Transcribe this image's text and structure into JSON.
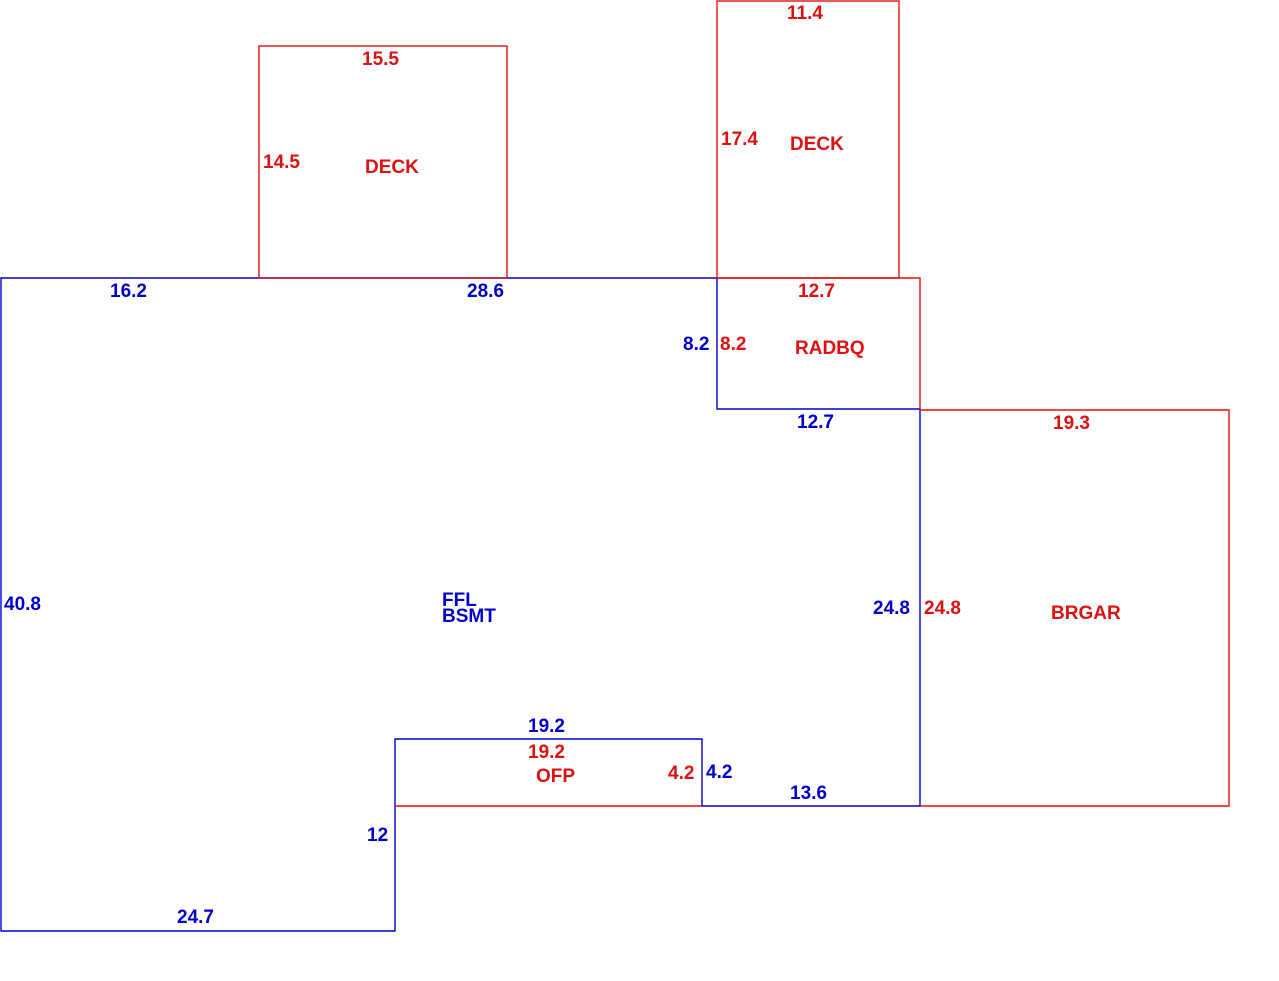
{
  "colors": {
    "main_structure": "#0000cc",
    "attached_areas": "#dd1111",
    "background": "#ffffff"
  },
  "main_area": {
    "label_line1": "FFL",
    "label_line2": "BSMT",
    "dims": {
      "top_left": "16.2",
      "top_mid": "28.6",
      "left": "40.8",
      "bottom_left": "24.7",
      "step_vertical": "12",
      "ofp_top": "19.2",
      "ofp_right": "4.2",
      "bottom_right": "13.6",
      "right": "24.8",
      "radbq_left": "8.2",
      "radbq_bottom": "12.7"
    }
  },
  "deck_left": {
    "label": "DECK",
    "width": "15.5",
    "height": "14.5"
  },
  "deck_right": {
    "label": "DECK",
    "width": "11.4",
    "height": "17.4"
  },
  "radbq": {
    "label": "RADBQ",
    "width": "12.7",
    "height": "8.2"
  },
  "brgar": {
    "label": "BRGAR",
    "width": "19.3",
    "height": "24.8"
  },
  "ofp": {
    "label": "OFP",
    "width": "19.2",
    "height": "4.2"
  }
}
